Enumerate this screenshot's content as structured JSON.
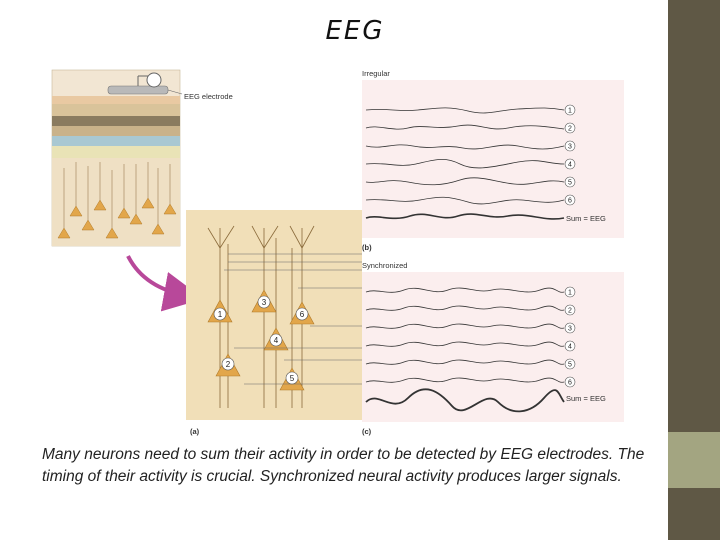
{
  "slide": {
    "title": "EEG"
  },
  "figure": {
    "electrode_label": "EEG electrode",
    "panel_a_label": "(a)",
    "panel_b_label": "(b)",
    "panel_c_label": "(c)",
    "irregular_label": "Irregular",
    "synchronized_label": "Synchronized",
    "trace_numbers": [
      "1",
      "2",
      "3",
      "4",
      "5",
      "6"
    ],
    "neuron_numbers": [
      "1",
      "2",
      "3",
      "4",
      "5",
      "6"
    ],
    "sum_label": "Sum = EEG"
  },
  "caption": {
    "text": "Many neurons need to sum their activity in order to be detected by EEG electrodes. The timing of their activity is crucial.  Synchronized neural activity produces larger signals."
  }
}
